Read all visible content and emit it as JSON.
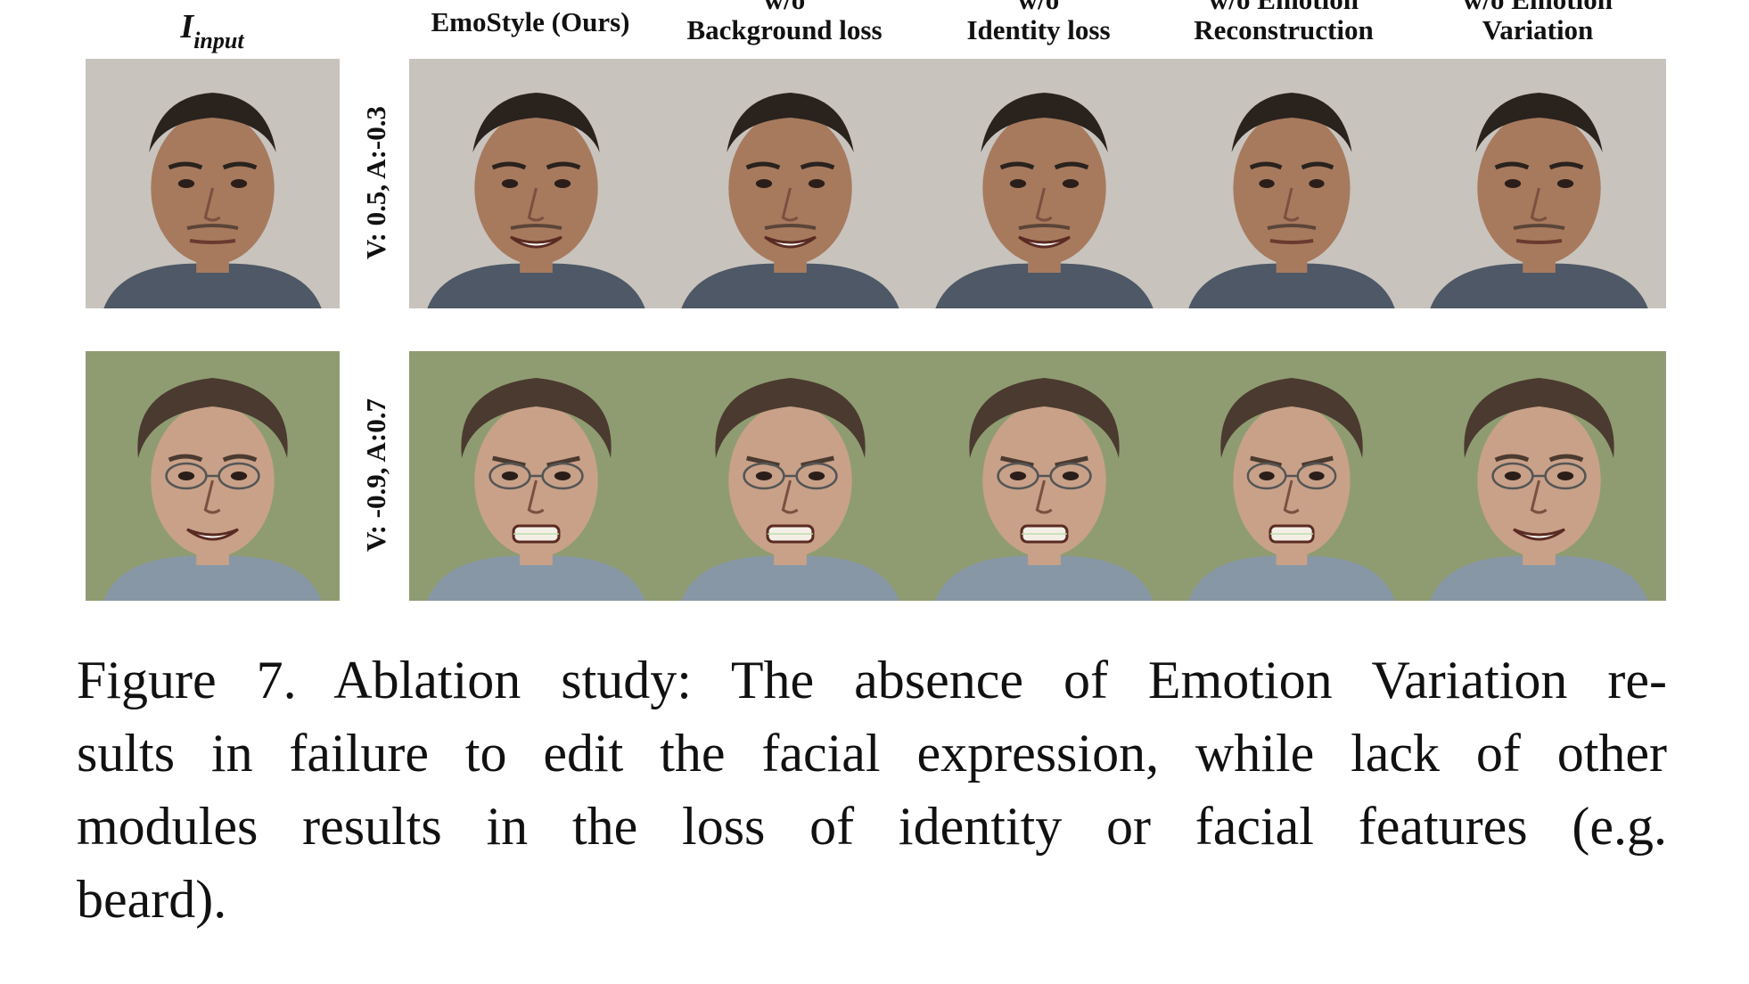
{
  "figure": {
    "input_label": {
      "main": "I",
      "sub": "input"
    },
    "columns": [
      {
        "id": "input",
        "lines": []
      },
      {
        "id": "emostyle",
        "lines": [
          "EmoStyle (Ours)"
        ]
      },
      {
        "id": "wo-background",
        "lines": [
          "w/o",
          "Background loss"
        ]
      },
      {
        "id": "wo-identity",
        "lines": [
          "w/o",
          "Identity loss"
        ]
      },
      {
        "id": "wo-emo-recon",
        "lines": [
          "w/o Emotion",
          "Reconstruction"
        ]
      },
      {
        "id": "wo-emo-var",
        "lines": [
          "w/o Emotion",
          "Variation"
        ]
      }
    ],
    "rows": [
      {
        "label": "V: 0.5, A:-0.3",
        "subject": "man",
        "background": "#c8c3bd",
        "skin": "#a77a5e",
        "hair": "#2a221d",
        "shirt": "#4e5866",
        "expressions": [
          "neutral",
          "smile",
          "smile",
          "smile",
          "neutral",
          "neutral"
        ]
      },
      {
        "label": "V: -0.9, A:0.7",
        "subject": "woman",
        "background": "#8f9c72",
        "skin": "#c9a189",
        "hair": "#4b3a2f",
        "shirt": "#8897a6",
        "expressions": [
          "smile",
          "grimace",
          "grimace",
          "grimace",
          "grimace",
          "smile"
        ]
      }
    ],
    "caption_lines": [
      "Figure 7.  Ablation study: The absence of Emotion Variation re-",
      "sults in failure to edit the facial expression, while lack of other",
      "modules results in the loss of identity or facial features (e.g.",
      "beard)."
    ]
  }
}
